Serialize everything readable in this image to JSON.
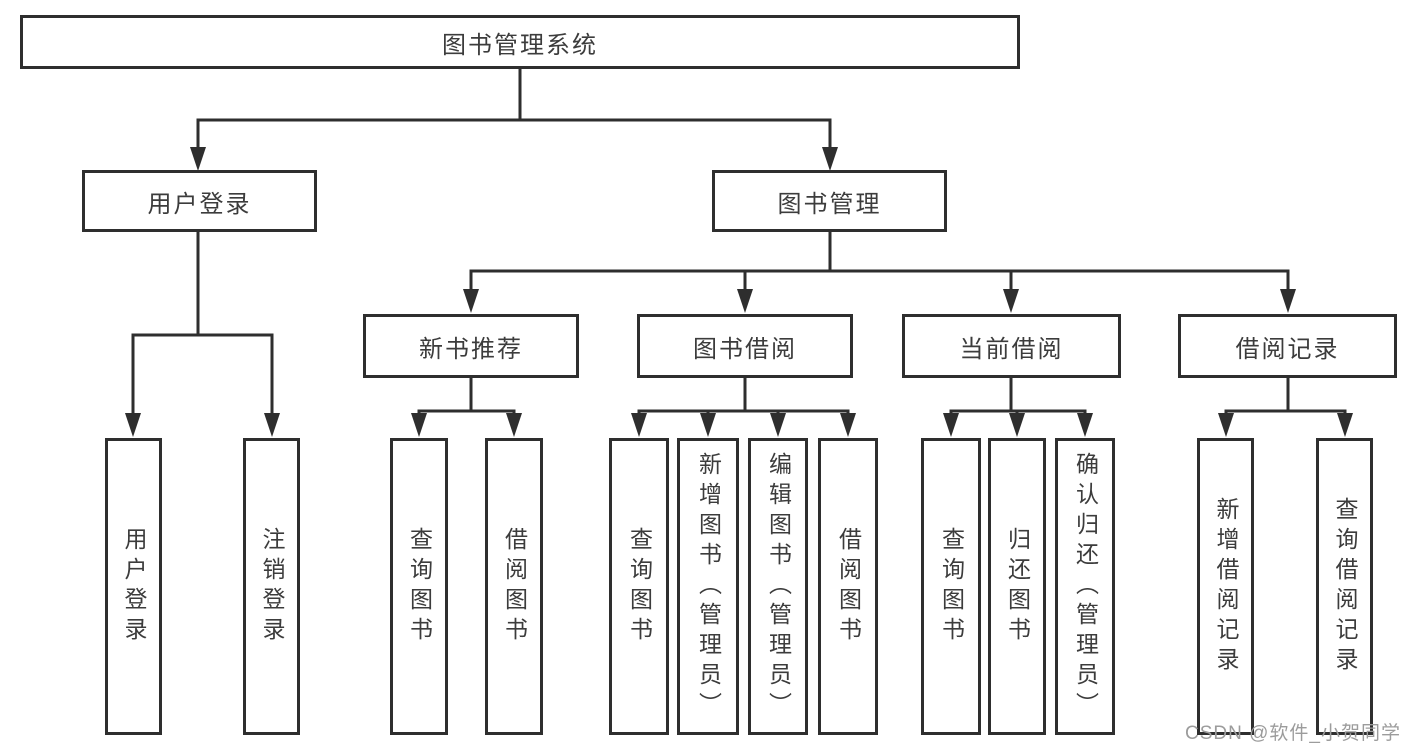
{
  "tree": {
    "root": "图书管理系统",
    "user_login": {
      "label": "用户登录",
      "children": [
        "用户登录",
        "注销登录"
      ]
    },
    "book_mgmt": {
      "label": "图书管理",
      "sections": {
        "new_book": {
          "label": "新书推荐",
          "children": [
            "查询图书",
            "借阅图书"
          ]
        },
        "borrow": {
          "label": "图书借阅",
          "children": [
            "查询图书",
            "新增图书（管理员）",
            "编辑图书（管理员）",
            "借阅图书"
          ]
        },
        "current": {
          "label": "当前借阅",
          "children": [
            "查询图书",
            "归还图书",
            "确认归还（管理员）"
          ]
        },
        "records": {
          "label": "借阅记录",
          "children": [
            "新增借阅记录",
            "查询借阅记录"
          ]
        }
      }
    }
  },
  "watermark": "CSDN @软件_小贺同学",
  "colors": {
    "line": "#2e2e2e",
    "border": "#2e2e2e",
    "text": "#3c3c3c",
    "background": "#ffffff",
    "watermark": "#9c9c9c"
  }
}
